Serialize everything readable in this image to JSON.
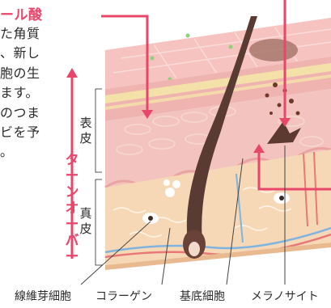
{
  "left_text": {
    "line1": "ール酸",
    "line2": "た角質",
    "line3": "、新し",
    "line4": "胞の生",
    "line5": "ます。",
    "line6": "のつま",
    "line7": "ビを予",
    "line8": "。"
  },
  "turnover_label": "ターンオーバー",
  "layers": {
    "epidermis": "表皮",
    "dermis": "真皮"
  },
  "bottom_labels": {
    "fibroblast": "線維芽細胞",
    "collagen": "コラーゲン",
    "basal_cell": "基底細胞",
    "melanocyte": "メラノサイト"
  },
  "colors": {
    "accent": "#e8466a",
    "skin_top": "#f7c9c4",
    "dermis": "#f6d6b4",
    "hair": "#5a3b33"
  }
}
